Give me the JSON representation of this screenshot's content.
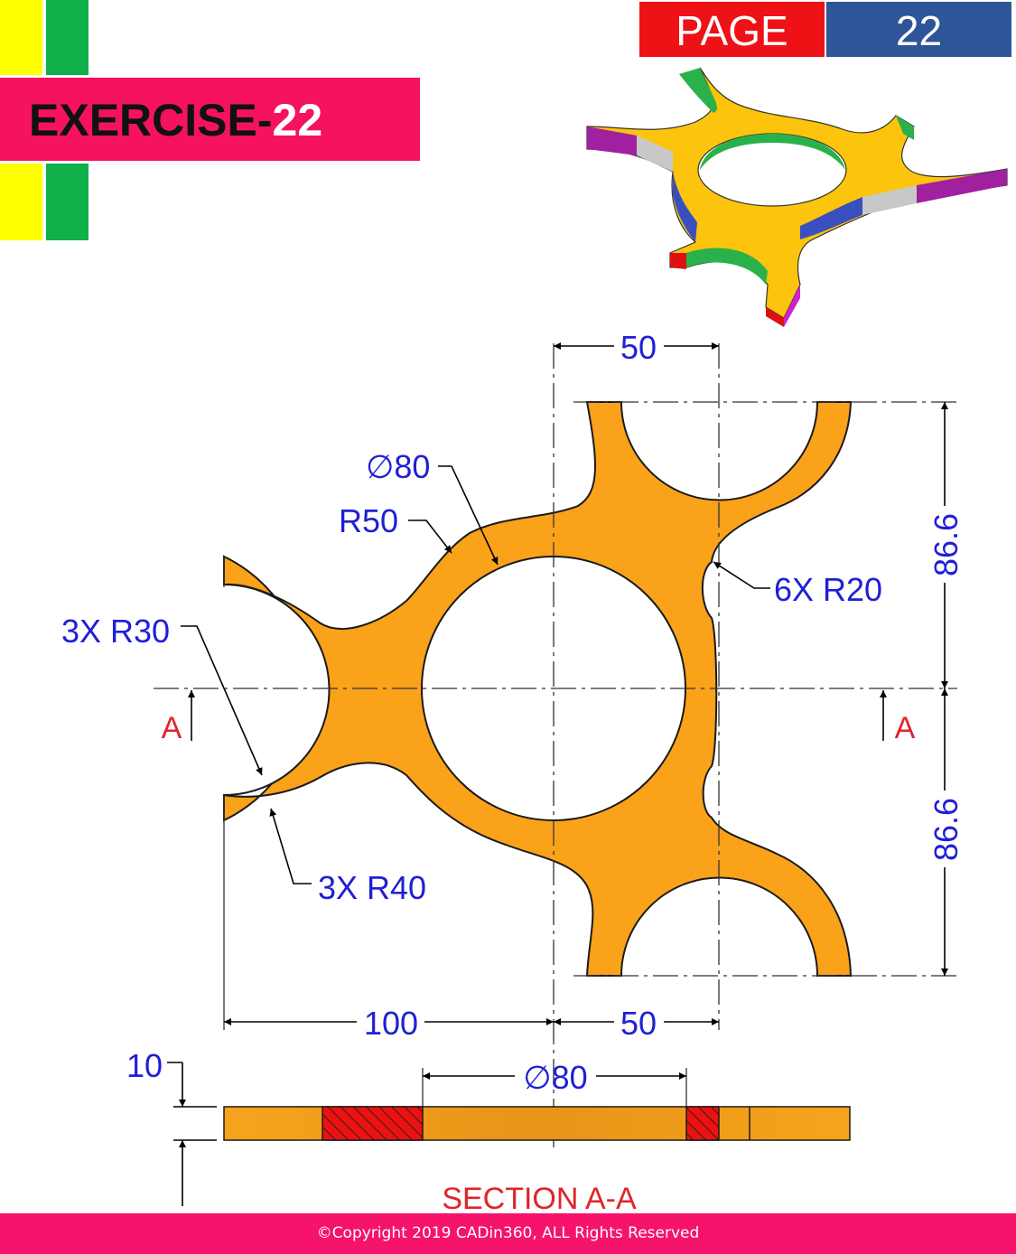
{
  "header": {
    "exercise_prefix": "EXERCISE-",
    "exercise_number": "22",
    "page_label": "PAGE",
    "page_number": "22"
  },
  "drawing": {
    "dims": {
      "top_width": "50",
      "bottom_left": "100",
      "bottom_right": "50",
      "height_upper": "86.6",
      "height_lower": "86.6",
      "thickness": "10"
    },
    "callouts": {
      "dia_hole": "∅80",
      "r50": "R50",
      "r30": "3X R30",
      "r40": "3X R40",
      "r20": "6X R20"
    },
    "section_marks": {
      "left": "A",
      "right": "A"
    },
    "section": {
      "dia": "∅80",
      "title": "SECTION A-A"
    }
  },
  "colors": {
    "part_fill": "#f9a21a",
    "part_outline": "#1a1a1a",
    "dimension_text": "#1f1fd6",
    "section_text": "#e0242a",
    "hatch": "#ee1111"
  },
  "footer": {
    "copyright": "©Copyright 2019 CADin360, ALL Rights Reserved"
  }
}
